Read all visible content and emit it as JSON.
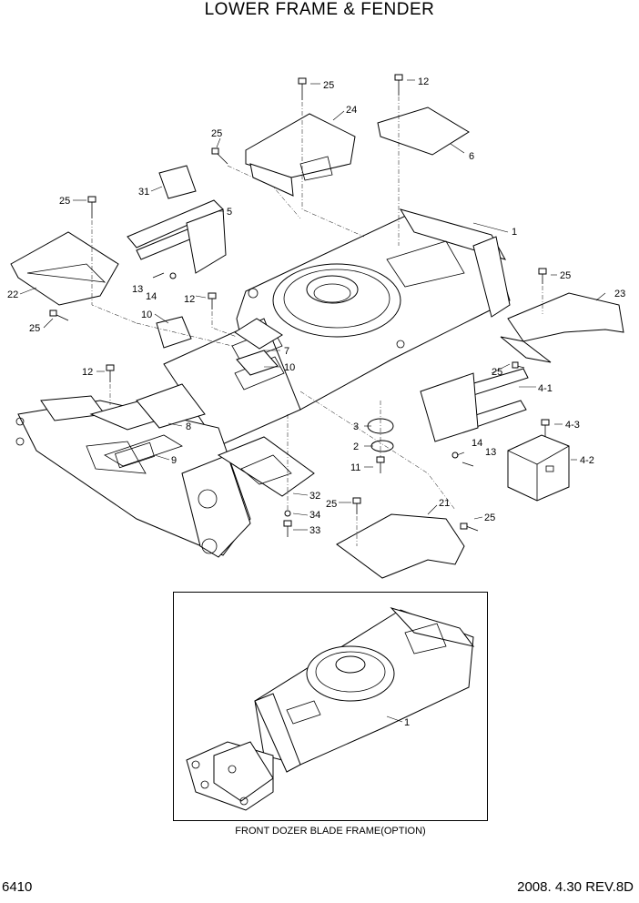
{
  "title": "LOWER FRAME & FENDER",
  "inset_caption": "FRONT DOZER BLADE FRAME(OPTION)",
  "footer": {
    "page_code": "6410",
    "revision": "2008. 4.30  REV.8D"
  },
  "callouts": {
    "c1": "1",
    "c2": "2",
    "c3": "3",
    "c4_1": "4-1",
    "c4_2": "4-2",
    "c4_3": "4-3",
    "c5": "5",
    "c6": "6",
    "c7": "7",
    "c8": "8",
    "c9": "9",
    "c10a": "10",
    "c10b": "10",
    "c11": "11",
    "c12a": "12",
    "c12b": "12",
    "c12c": "12",
    "c13a": "13",
    "c13b": "13",
    "c14a": "14",
    "c14b": "14",
    "c21": "21",
    "c22": "22",
    "c23": "23",
    "c24": "24",
    "c25a": "25",
    "c25b": "25",
    "c25c": "25",
    "c25d": "25",
    "c25e": "25",
    "c25f": "25",
    "c25g": "25",
    "c25h": "25",
    "c31": "31",
    "c32": "32",
    "c33": "33",
    "c34": "34",
    "c_inset1": "1"
  }
}
